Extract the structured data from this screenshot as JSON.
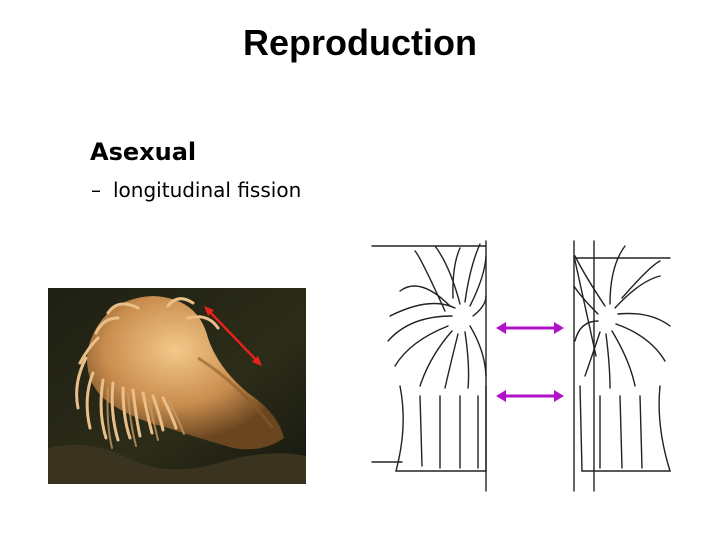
{
  "slide": {
    "title": "Reproduction",
    "bullets": [
      {
        "text": "Asexual"
      },
      {
        "dash": "–",
        "text": "longitudinal fission"
      }
    ]
  },
  "figures": {
    "photo_arrow_color": "#e8221b",
    "drawing_arrow_color": "#b012c8",
    "photo": "sea-anemone-photo-dividing",
    "drawing": "sea-anemone-longitudinal-fission-illustration"
  }
}
